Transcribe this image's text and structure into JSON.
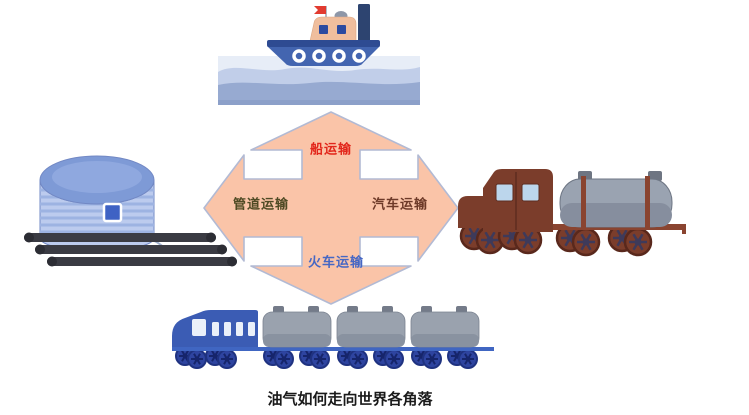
{
  "caption": "油气如何走向世界各角落",
  "arrow_labels": {
    "top": "船运输",
    "left": "管道运输",
    "right": "汽车运输",
    "bottom": "火车运输"
  },
  "icons": {
    "center": "quad-arrow-icon",
    "top": "ship-icon",
    "left": "storage-tank-icon",
    "left_secondary": "pipes-icon",
    "right": "tanker-truck-icon",
    "bottom": "tanker-train-icon"
  },
  "colors": {
    "arrow_fill": "#FAC4A8",
    "arrow_border": "#B2BAD4",
    "ship_label": "#E2261B",
    "pipeline_label": "#4F4A24",
    "truck_label": "#6E3A28",
    "train_label": "#4667C4",
    "ship_hull_blue": "#4365B0",
    "water_blue": "#97AAD1",
    "tank_blue": "#BCCBEE",
    "pipe_dark": "#3A3B43",
    "truck_brown": "#7B3D2B",
    "tanker_gray": "#9AA3B1",
    "train_blue": "#3B5CB4",
    "caption_color": "#1a1a1a"
  }
}
